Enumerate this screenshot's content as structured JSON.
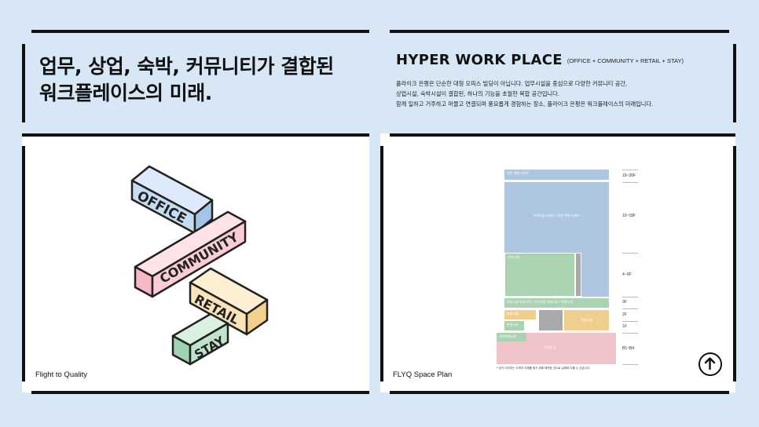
{
  "headline": {
    "text": "업무, 상업, 숙박, 커뮤니티가 결합된\n워크플레이스의 미래."
  },
  "hyper": {
    "title": "HYPER WORK PLACE",
    "subtitle": "(OFFICE + COMMUNITY + RETAIL + STAY)",
    "line1": "플라이크 은평은 단순한 대형 오피스 빌딩이 아닙니다. 업무시설을 중심으로 다양한 커뮤니티 공간,",
    "line2": "상업시설, 숙박시설이 결합된, 하나의 기능을 초월한 복합 공간입니다.",
    "line3": "함께 일하고 거주하고 머물고 연결되며 풍요롭게 경험하는 장소, 플라이크 은평은 워크플레이스의 미래입니다."
  },
  "left_card": {
    "caption": "Flight to Quality",
    "blocks": [
      {
        "label": "OFFICE",
        "color": "#c5dcf2"
      },
      {
        "label": "COMMUNITY",
        "color": "#f8cdd6"
      },
      {
        "label": "RETAIL",
        "color": "#fbe5b8"
      },
      {
        "label": "STAY",
        "color": "#bfe3cc"
      }
    ]
  },
  "right_card": {
    "caption": "FLYQ Space Plan",
    "floors": [
      "19~20F",
      "10~18F",
      "4~9F",
      "3F",
      "2F",
      "1F",
      "B1~B4"
    ],
    "blocks": {
      "top_office": "일반 섹션 오피스",
      "main_office": "프리미엄 오피스 / 일반 섹션 오피스",
      "lodging": "숙박시설",
      "community": "업무시설 커뮤니티 / 숙박시설 커뮤니티 / 판매시설",
      "retail_a": "판매시설",
      "retail_b": "판매시설",
      "retail_c": "판매시설",
      "sub_lodging": "숙박판매시설",
      "parking": "주차장 등"
    },
    "note": "* 상기 이미지는 고객의 이해를 돕기 위해 제작한 것으로 실제와 다를 수 있습니다.",
    "up_icon": "arrow-up-circle-icon"
  },
  "colors": {
    "background": "#d8e7f6",
    "office": "#aec6e0",
    "lodging": "#a9d3b1",
    "retail": "#f0cf8e",
    "parking": "#f1c3ca"
  }
}
